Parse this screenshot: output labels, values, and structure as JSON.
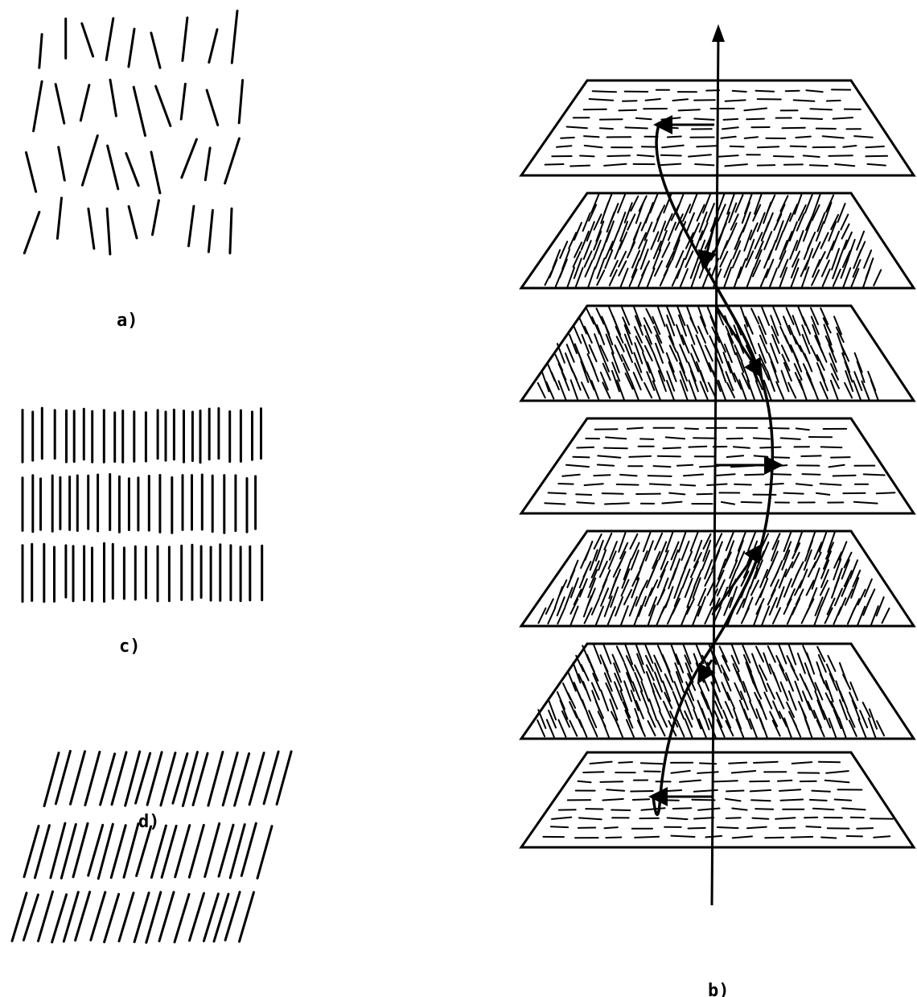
{
  "labels": {
    "a": "a)",
    "b": "b)",
    "c": "c)",
    "d": "d)"
  },
  "panel_b": {
    "layers": [
      {
        "texture": "horizontal"
      },
      {
        "texture": "tilt-right"
      },
      {
        "texture": "tilt-left"
      },
      {
        "texture": "horizontal"
      },
      {
        "texture": "tilt-right"
      },
      {
        "texture": "tilt-left"
      },
      {
        "texture": "horizontal"
      }
    ]
  },
  "colors": {
    "ink": "#000000",
    "paper": "#ffffff"
  }
}
